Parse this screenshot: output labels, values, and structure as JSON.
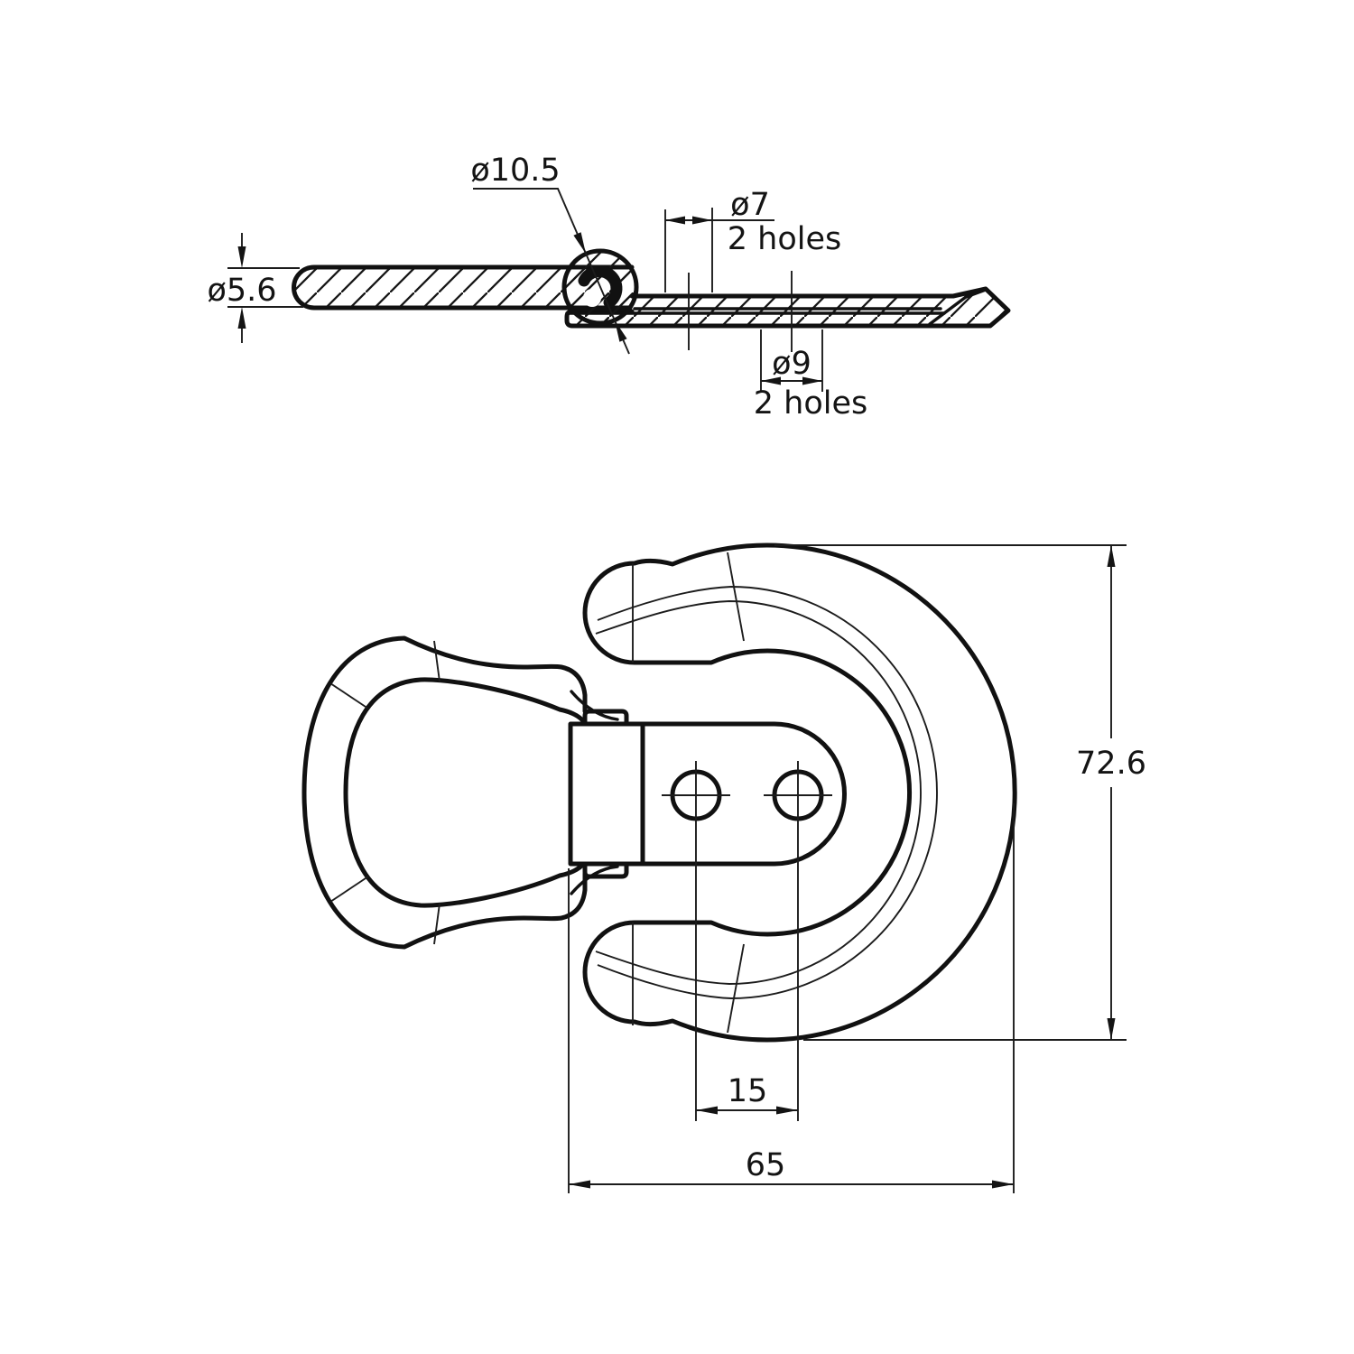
{
  "drawing": {
    "type": "technical-drawing",
    "part": "folding-hook-fitting",
    "colors": {
      "ink": "#141414",
      "background": "#ffffff"
    },
    "side_view": {
      "pin_diameter_label": "ø10.5",
      "small_holes_diameter": "ø7",
      "small_holes_note": "2 holes",
      "bar_diameter_label": "ø5.6",
      "large_holes_diameter": "ø9",
      "large_holes_note": "2 holes"
    },
    "plan_view": {
      "overall_height_label": "72.6",
      "hole_pitch_label": "15",
      "overall_width_label": "65"
    }
  }
}
